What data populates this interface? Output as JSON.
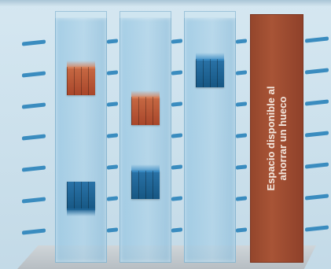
{
  "diagram": {
    "space_column": {
      "label": "Espacio disponible al\nahorrar un hueco"
    },
    "colors": {
      "background": "#c8dde9",
      "column_glass": "#a9d0e6",
      "block_red": "#b0502f",
      "block_blue": "#1f6698",
      "space_column": "#a04d32",
      "level_dash": "#3a8cbf",
      "floor": "#c3c9cd"
    },
    "columns": [
      {
        "name": "column-1",
        "blocks": [
          "red",
          "blue"
        ]
      },
      {
        "name": "column-2",
        "blocks": [
          "red",
          "blue"
        ]
      },
      {
        "name": "column-3",
        "blocks": [
          "blue"
        ]
      }
    ]
  }
}
